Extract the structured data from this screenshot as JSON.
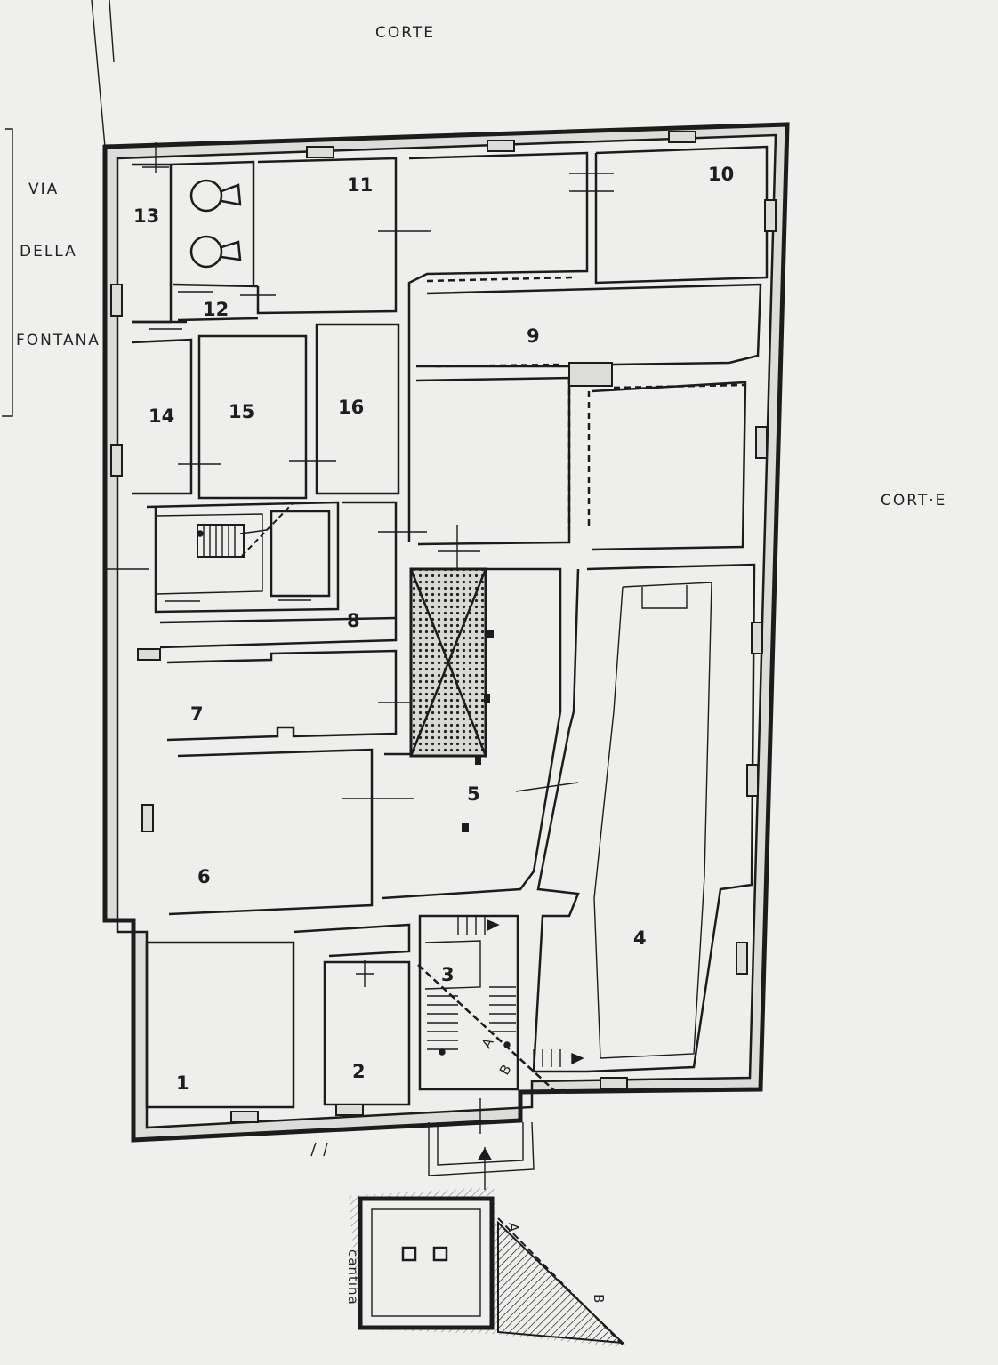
{
  "streets": {
    "top": "CORTE",
    "right": "CORT·E",
    "left_line1": "VIA",
    "left_line2": "DELLA",
    "left_line3": "FONTANA"
  },
  "rooms": {
    "r1": "1",
    "r2": "2",
    "r3": "3",
    "r4": "4",
    "r5": "5",
    "r6": "6",
    "r7": "7",
    "r8": "8",
    "r9": "9",
    "r10": "10",
    "r11": "11",
    "r12": "12",
    "r13": "13",
    "r14": "14",
    "r15": "15",
    "r16": "16"
  },
  "cellar": {
    "label": "cantina"
  },
  "section_marks": {
    "a": "A",
    "b": "B"
  }
}
